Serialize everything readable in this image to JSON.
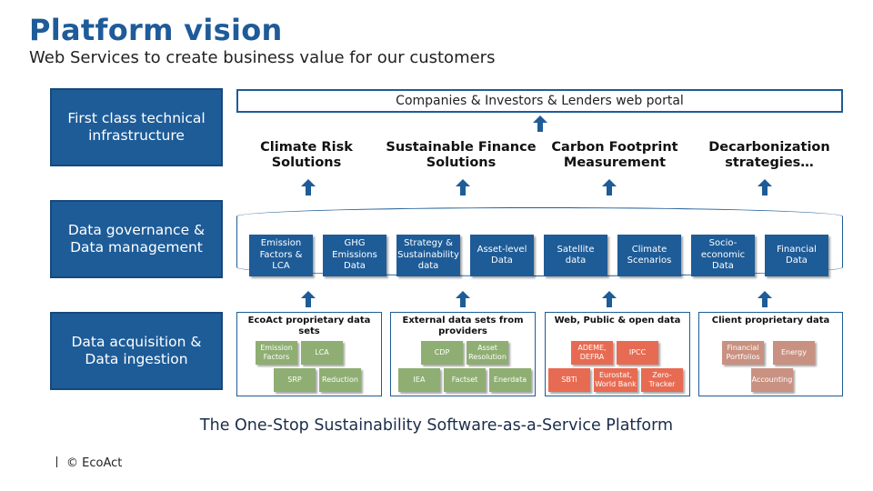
{
  "header": {
    "title": "Platform vision",
    "subtitle": "Web Services to create business value for our customers"
  },
  "layers": [
    {
      "label": "First class technical infrastructure"
    },
    {
      "label": "Data governance & Data management"
    },
    {
      "label": "Data acquisition & Data ingestion"
    }
  ],
  "portal": {
    "label": "Companies & Investors & Lenders web portal"
  },
  "solutions": [
    {
      "label": "Climate Risk Solutions"
    },
    {
      "label": "Sustainable Finance Solutions"
    },
    {
      "label": "Carbon Footprint Measurement"
    },
    {
      "label": "Decarbonization strategies…"
    }
  ],
  "data_management": [
    {
      "label": "Emission Factors & LCA"
    },
    {
      "label": "GHG Emissions Data"
    },
    {
      "label": "Strategy & Sustainability data"
    },
    {
      "label": "Asset-level Data"
    },
    {
      "label": "Satellite data"
    },
    {
      "label": "Climate Scenarios"
    },
    {
      "label": "Socio-economic Data"
    },
    {
      "label": "Financial Data"
    }
  ],
  "acquisition": [
    {
      "title": "EcoAct proprietary data sets",
      "items": [
        "Emission Factors",
        "LCA",
        "SRP",
        "Reduction"
      ]
    },
    {
      "title": "External data sets from providers",
      "items": [
        "CDP",
        "Asset Resolution",
        "IEA",
        "Factset",
        "Enerdata"
      ]
    },
    {
      "title": "Web, Public & open data",
      "items": [
        "ADEME, DEFRA",
        "IPCC",
        "SBTi",
        "Eurostat, World Bank",
        "Zero-Tracker"
      ]
    },
    {
      "title": "Client proprietary data",
      "items": [
        "Financial Portfolios",
        "Energy",
        "Accounting"
      ]
    }
  ],
  "colors": {
    "primary": "#1e5c98",
    "green_chip": "#8fae73",
    "red_chip": "#e76b52",
    "brown_chip": "#c99181"
  },
  "tagline": "The One-Stop Sustainability Software-as-a-Service Platform",
  "footer": {
    "copyright": "© EcoAct"
  }
}
